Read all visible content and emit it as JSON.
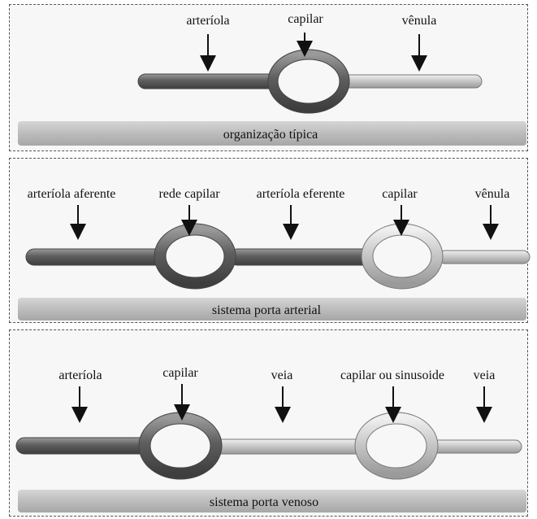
{
  "panels": [
    {
      "caption": "organização típica",
      "labels": [
        "arteríola",
        "capilar",
        "vênula"
      ]
    },
    {
      "caption": "sistema porta arterial",
      "labels": [
        "arteríola aferente",
        "rede capilar",
        "arteríola eferente",
        "capilar",
        "vênula"
      ]
    },
    {
      "caption": "sistema porta venoso",
      "labels": [
        "arteríola",
        "capilar",
        "veia",
        "capilar ou sinusoide",
        "veia"
      ]
    }
  ],
  "colors": {
    "dark_vessel": "#6e6e6e",
    "light_vessel": "#c9c9c9",
    "base_bar": "#bdbdbd",
    "outline": "#444444"
  }
}
